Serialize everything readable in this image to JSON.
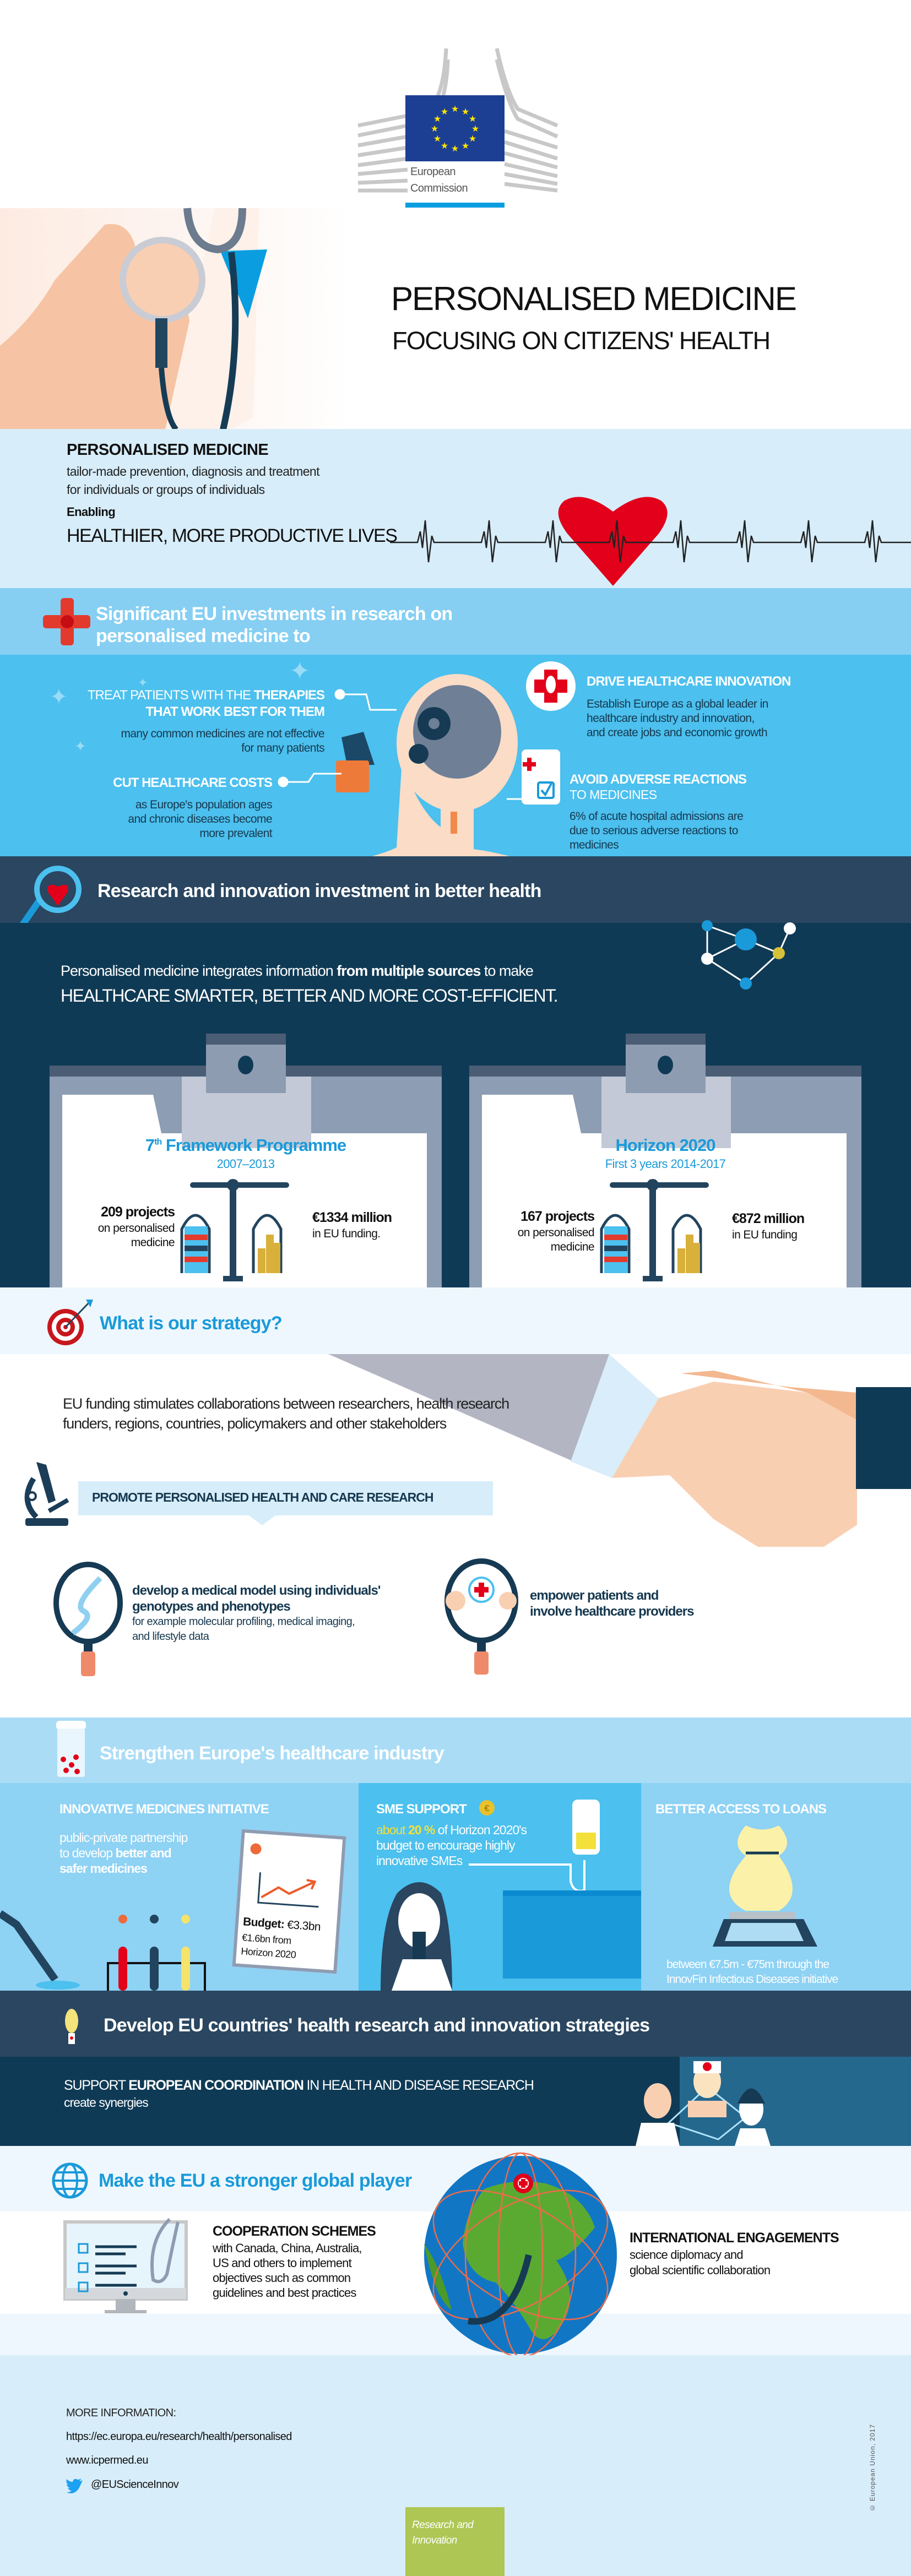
{
  "logo": {
    "line1": "European",
    "line2": "Commission"
  },
  "hero": {
    "title": "PERSONALISED MEDICINE",
    "subtitle": "FOCUSING ON CITIZENS' HEALTH"
  },
  "intro": {
    "heading": "PERSONALISED MEDICINE",
    "desc_line1": "tailor-made prevention, diagnosis and treatment",
    "desc_line2": "for individuals or groups of individuals",
    "enabling": "Enabling",
    "tagline": "HEALTHIER, MORE PRODUCTIVE LIVES"
  },
  "investments": {
    "title_line1": "Significant EU investments in research on",
    "title_line2": "personalised medicine to",
    "treat": {
      "pre": "TREAT PATIENTS WITH THE ",
      "bold": "THERAPIES",
      "line2": "THAT WORK BEST FOR THEM",
      "desc_line1": "many common medicines are not effective",
      "desc_line2": "for many patients"
    },
    "costs": {
      "title": "CUT HEALTHCARE COSTS",
      "desc_line1": "as Europe's population ages",
      "desc_line2": "and chronic diseases become",
      "desc_line3": "more prevalent"
    },
    "innovation": {
      "title": "DRIVE HEALTHCARE INNOVATION",
      "desc_line1": "Establish Europe as a global leader in",
      "desc_line2": "healthcare industry and innovation,",
      "desc_line3": "and create jobs and economic growth"
    },
    "adverse": {
      "title": "AVOID ADVERSE REACTIONS",
      "subtitle": "TO MEDICINES",
      "desc_line1": "6% of acute hospital admissions are",
      "desc_line2": "due to serious adverse reactions to",
      "desc_line3": "medicines"
    }
  },
  "research": {
    "title": "Research and innovation investment in better health",
    "intro_pre": "Personalised medicine integrates information ",
    "intro_bold": "from multiple sources",
    "intro_post": " to make",
    "intro_line2": "HEALTHCARE SMARTER, BETTER AND MORE COST-EFFICIENT.",
    "programmes": [
      {
        "name_num": "7",
        "name_sup": "th",
        "name": " Framework Programme",
        "period": "2007–2013",
        "projects": "209 projects",
        "projects_l2": "on personalised",
        "projects_l3": "medicine",
        "funding": "€1334 million",
        "funding_l2": "in EU funding."
      },
      {
        "name_num": "",
        "name_sup": "",
        "name": "Horizon 2020",
        "period": "First 3 years 2014-2017",
        "projects": "167 projects",
        "projects_l2": "on personalised",
        "projects_l3": "medicine",
        "funding": "€872 million",
        "funding_l2": "in EU funding"
      }
    ]
  },
  "strategy": {
    "title": "What is our strategy?",
    "desc_line1": "EU funding stimulates collaborations between researchers, health research",
    "desc_line2": "funders, regions, countries, policymakers and other stakeholders",
    "promote": "PROMOTE PERSONALISED HEALTH AND CARE RESEARCH",
    "model": {
      "line1": "develop a medical model using individuals'",
      "line2": "genotypes and phenotypes",
      "desc_line1": "for example molecular profiling, medical imaging,",
      "desc_line2": "and lifestyle data"
    },
    "empower": {
      "line1": "empower patients and",
      "line2": "involve healthcare providers"
    }
  },
  "industry": {
    "title": "Strengthen Europe's healthcare industry",
    "imi": {
      "title": "INNOVATIVE MEDICINES INITIATIVE",
      "desc_line1": "public-private partnership",
      "desc_line2_pre": "to develop ",
      "desc_line2_bold": "better and",
      "desc_line3": "safer medicines",
      "budget_label": "Budget:",
      "budget_value": " €3.3bn",
      "budget_l2": "€1.6bn from",
      "budget_l3": "Horizon 2020"
    },
    "sme": {
      "title": "SME SUPPORT",
      "about": "about ",
      "pct": "20 %",
      "desc_l1_post": " of Horizon 2020's",
      "desc_line2": "budget to encourage highly",
      "desc_line3": "innovative SMEs"
    },
    "loans": {
      "title": "BETTER ACCESS TO LOANS",
      "desc_line1": "between €7.5m - €75m through the",
      "desc_line2": "InnovFin Infectious Diseases initiative"
    }
  },
  "countries": {
    "title": "Develop EU countries' health research and innovation strategies",
    "support_pre": "SUPPORT ",
    "support_bold": "EUROPEAN COORDINATION",
    "support_post": " IN HEALTH AND DISEASE RESEARCH",
    "line2": "create synergies"
  },
  "global": {
    "title": "Make the EU a stronger global player",
    "cooperation": {
      "title": "COOPERATION SCHEMES",
      "lines": [
        "with Canada, China, Australia,",
        "US and others to implement",
        "objectives such as common",
        "guidelines and best practices"
      ]
    },
    "international": {
      "title": "INTERNATIONAL ENGAGEMENTS",
      "desc_line1": "science diplomacy and",
      "desc_line2": "global scientific collaboration"
    }
  },
  "footer": {
    "more_info": "MORE INFORMATION:",
    "link1": "https://ec.europa.eu/research/health/personalised",
    "link2": "www.icpermed.eu",
    "twitter": "@EUScienceInnov",
    "copyright": "© European Union, 2017",
    "badge_line1": "Research and",
    "badge_line2": "Innovation"
  },
  "colors": {
    "light_blue": "#d7edfa",
    "mid_blue": "#86cff3",
    "bright_blue": "#4cc0ee",
    "slate": "#2a4660",
    "navy": "#0f3a55",
    "accent_blue": "#1a9ad9",
    "red": "#e2001a",
    "green": "#aec654"
  }
}
